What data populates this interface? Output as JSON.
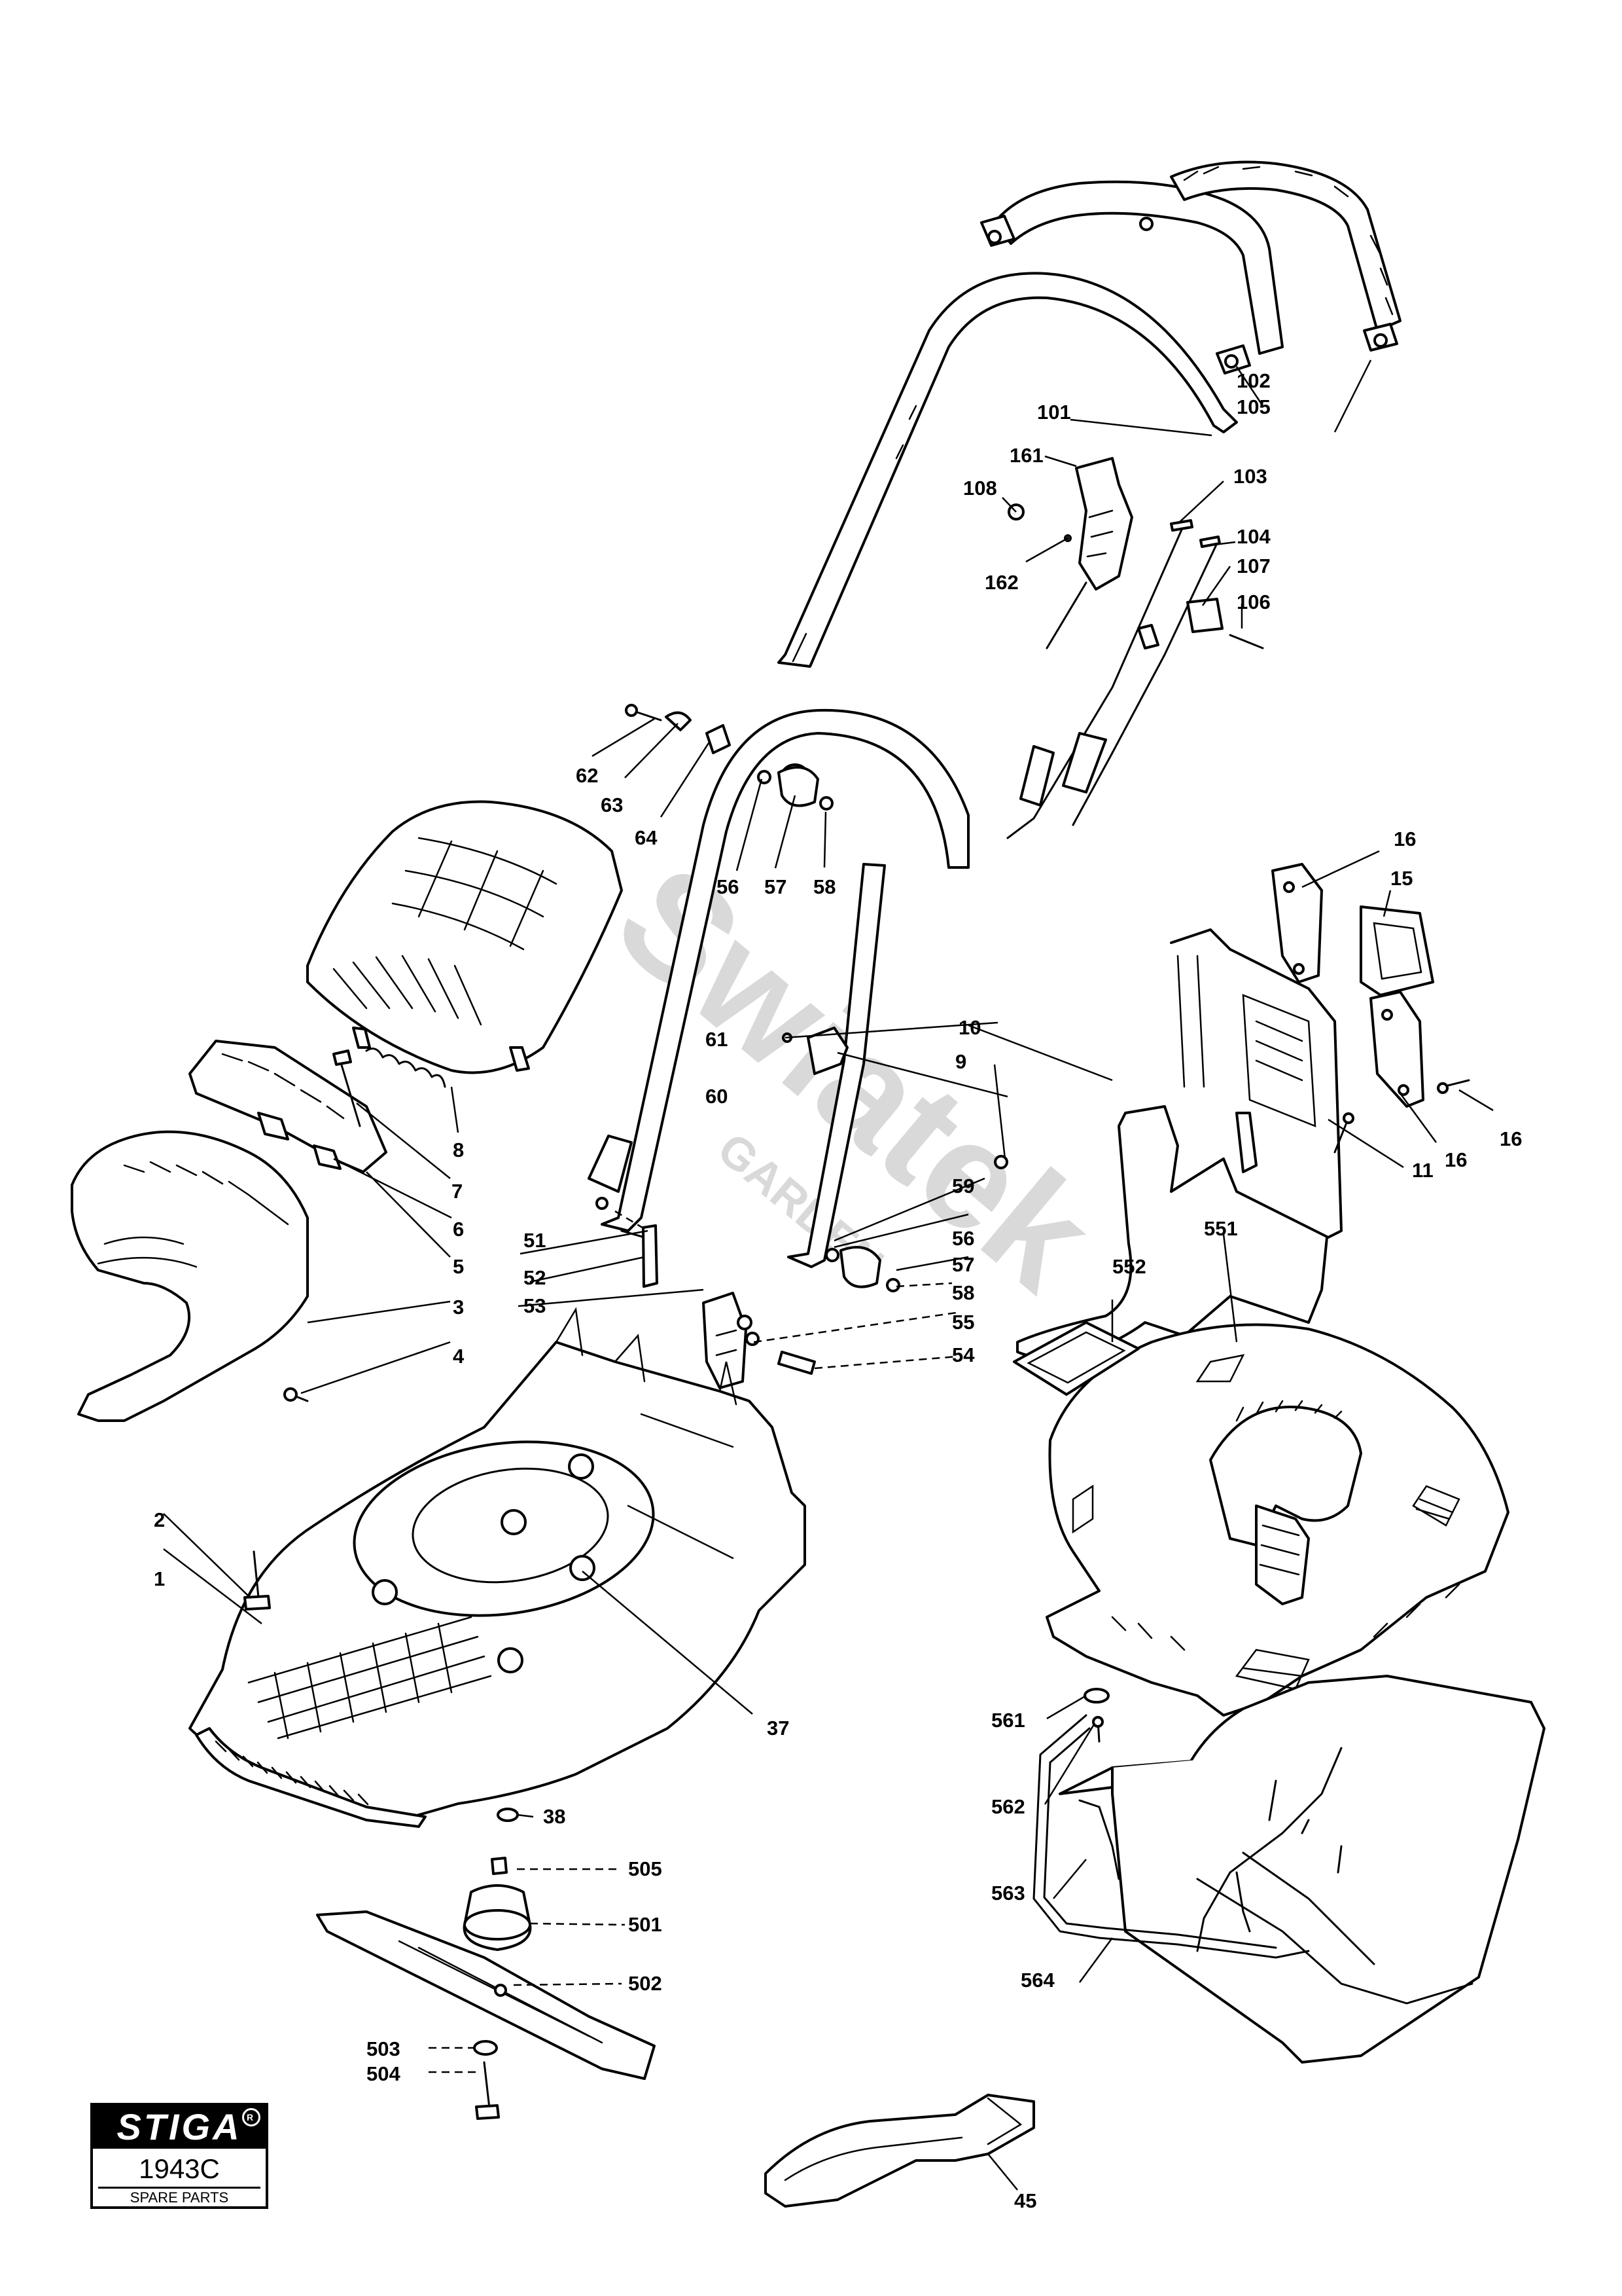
{
  "watermark": {
    "line1": "Swiatek",
    "line2": "GARDEN"
  },
  "brand": {
    "name": "STIGA",
    "registered": "R",
    "model": "1943C",
    "subtitle": "SPARE PARTS"
  },
  "callouts": {
    "c1": "1",
    "c2": "2",
    "c3": "3",
    "c4": "4",
    "c5": "5",
    "c6": "6",
    "c7": "7",
    "c8": "8",
    "c9": "9",
    "c10": "10",
    "c11": "11",
    "c15": "15",
    "c16a": "16",
    "c16b": "16",
    "c16c": "16",
    "c37": "37",
    "c38": "38",
    "c45": "45",
    "c51": "51",
    "c52": "52",
    "c53": "53",
    "c54": "54",
    "c55": "55",
    "c56a": "56",
    "c56b": "56",
    "c57a": "57",
    "c57b": "57",
    "c58a": "58",
    "c58b": "58",
    "c59": "59",
    "c60": "60",
    "c61": "61",
    "c62": "62",
    "c63": "63",
    "c64": "64",
    "c101": "101",
    "c102": "102",
    "c103": "103",
    "c104": "104",
    "c105": "105",
    "c106": "106",
    "c107": "107",
    "c108": "108",
    "c161": "161",
    "c162": "162",
    "c501": "501",
    "c502": "502",
    "c503": "503",
    "c504": "504",
    "c505": "505",
    "c551": "551",
    "c552": "552",
    "c561": "561",
    "c562": "562",
    "c563": "563",
    "c564": "564"
  }
}
